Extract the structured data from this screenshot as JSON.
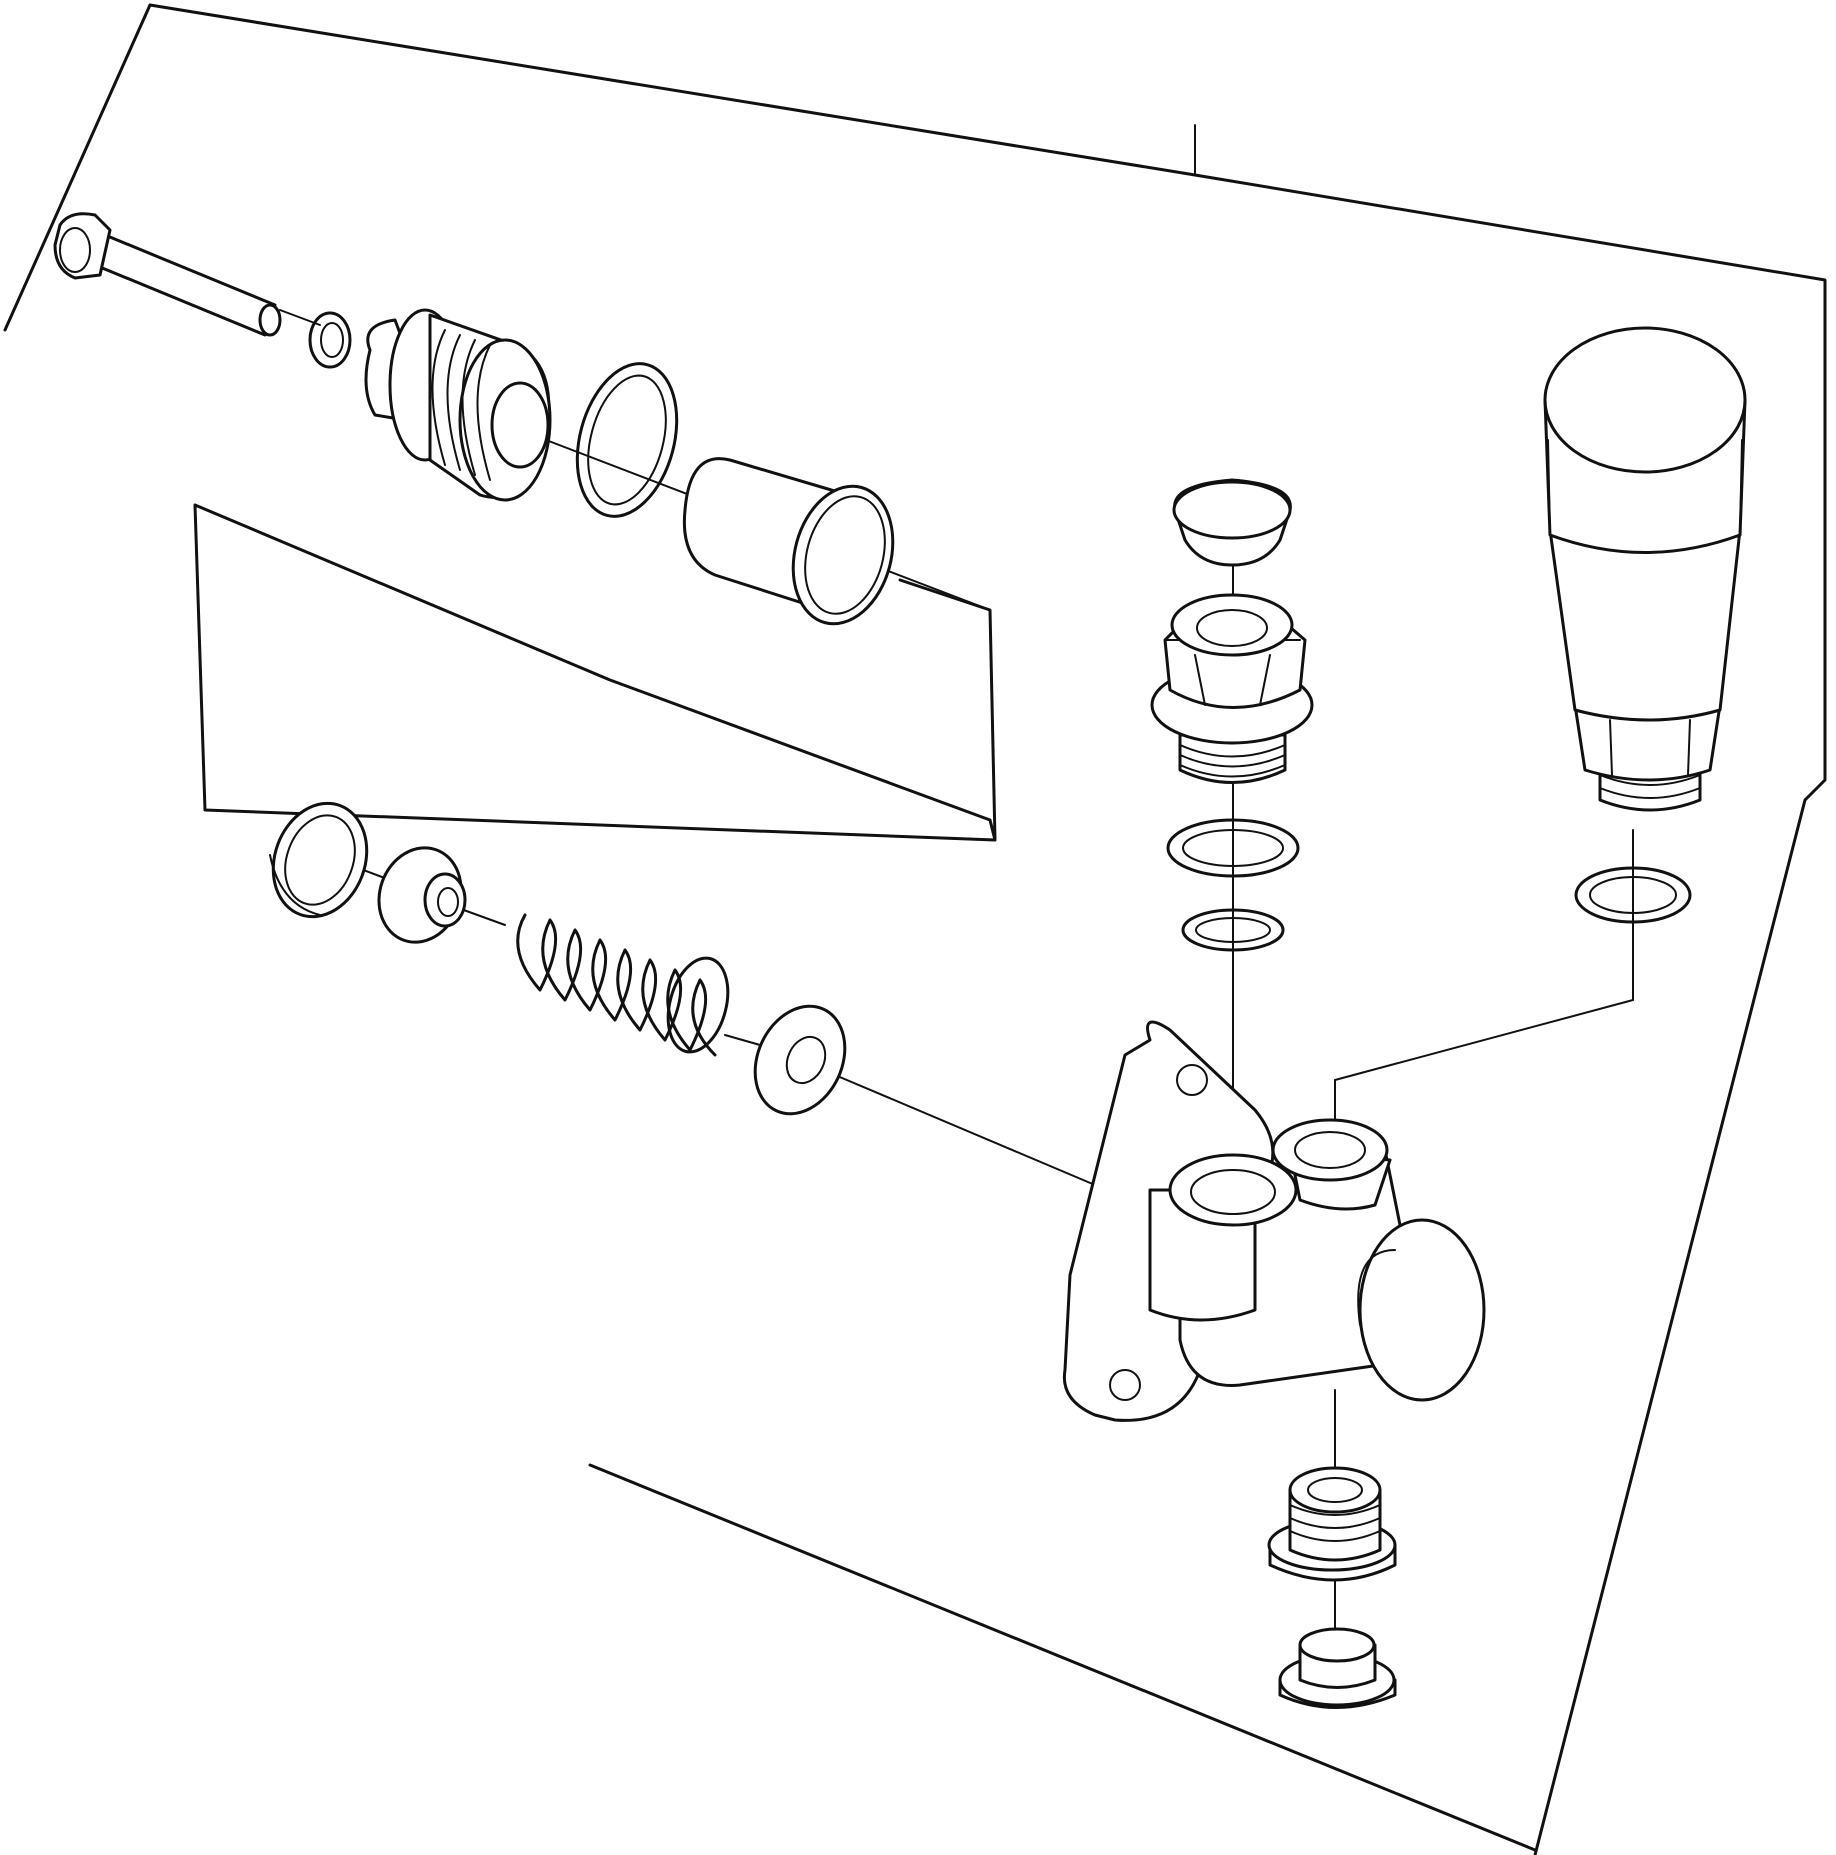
{
  "diagram": {
    "type": "exploded-parts-view",
    "colors": {
      "line": "#111111",
      "background": "#ffffff"
    },
    "parts": [
      {
        "name": "pin-bolt"
      },
      {
        "name": "small-o-ring"
      },
      {
        "name": "threaded-plug-fitting"
      },
      {
        "name": "large-o-ring"
      },
      {
        "name": "sleeve"
      },
      {
        "name": "cup-seal"
      },
      {
        "name": "valve-disc"
      },
      {
        "name": "spring"
      },
      {
        "name": "washer"
      },
      {
        "name": "dust-cap"
      },
      {
        "name": "hex-union"
      },
      {
        "name": "upper-gasket"
      },
      {
        "name": "lower-gasket"
      },
      {
        "name": "hand-primer-pump"
      },
      {
        "name": "primer-gasket"
      },
      {
        "name": "pump-housing"
      },
      {
        "name": "drain-plug"
      },
      {
        "name": "bottom-cap"
      }
    ]
  }
}
